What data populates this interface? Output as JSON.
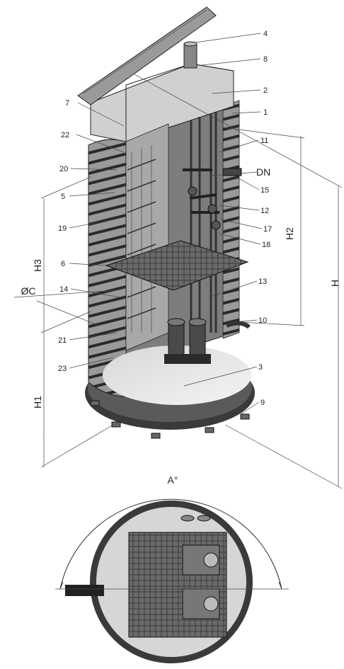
{
  "diagram": {
    "callouts": [
      {
        "id": "c4",
        "text": "4"
      },
      {
        "id": "c8",
        "text": "8"
      },
      {
        "id": "c2",
        "text": "2"
      },
      {
        "id": "c7",
        "text": "7"
      },
      {
        "id": "c1",
        "text": "1"
      },
      {
        "id": "c22",
        "text": "22"
      },
      {
        "id": "c11",
        "text": "11"
      },
      {
        "id": "cDN",
        "text": "DN"
      },
      {
        "id": "c20",
        "text": "20"
      },
      {
        "id": "c15",
        "text": "15"
      },
      {
        "id": "c5",
        "text": "5"
      },
      {
        "id": "c12",
        "text": "12"
      },
      {
        "id": "c19",
        "text": "19"
      },
      {
        "id": "c17",
        "text": "17"
      },
      {
        "id": "c18",
        "text": "18"
      },
      {
        "id": "c6",
        "text": "6"
      },
      {
        "id": "c13",
        "text": "13"
      },
      {
        "id": "c14",
        "text": "14"
      },
      {
        "id": "c10",
        "text": "10"
      },
      {
        "id": "c21",
        "text": "21"
      },
      {
        "id": "c23",
        "text": "23"
      },
      {
        "id": "c3",
        "text": "3"
      },
      {
        "id": "c9",
        "text": "9"
      }
    ],
    "dimensions": {
      "h": "H",
      "h1": "H1",
      "h2": "H2",
      "h3": "H3",
      "dia_c": "ØC",
      "angle_a": "A°"
    }
  }
}
